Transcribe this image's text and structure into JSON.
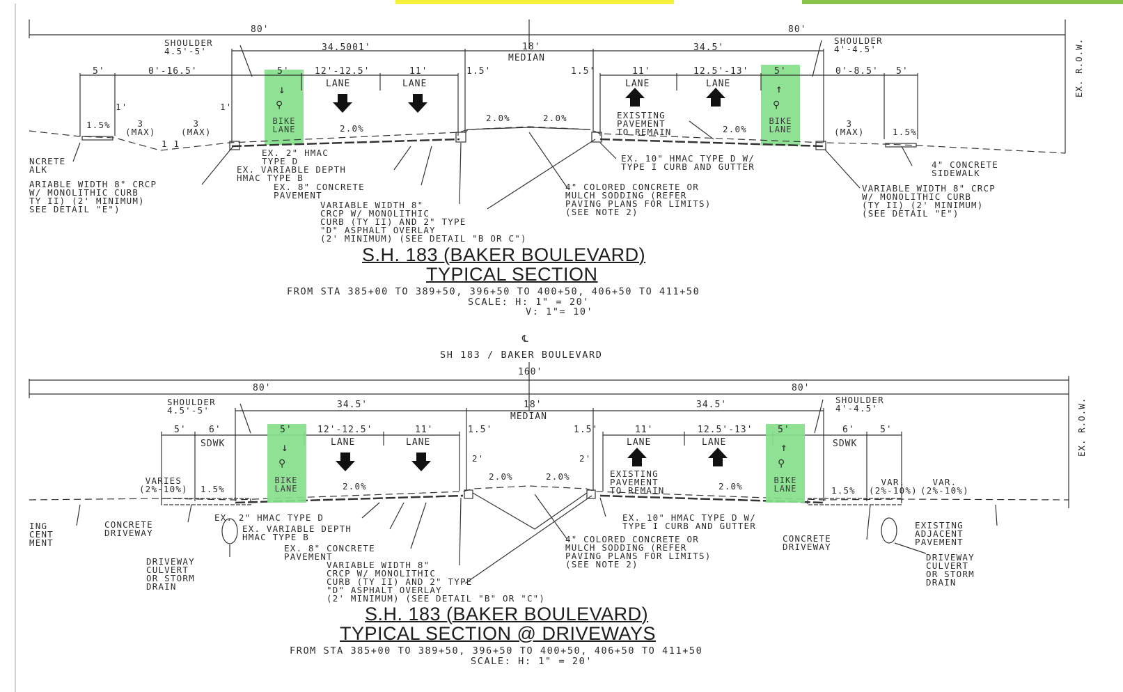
{
  "colors": {
    "bike_lane": "#86e08a",
    "line": "#333333",
    "accent_yellow": "#f6f23a",
    "accent_green": "#8bc34a"
  },
  "top": {
    "title": "S.H. 183 (BAKER BOULEVARD)",
    "subtitle": "TYPICAL SECTION",
    "stations": "FROM STA 385+00 TO 389+50, 396+50 TO 400+50, 406+50 TO 411+50",
    "scale_h": "SCALE: H: 1\" = 20'",
    "scale_v": "V: 1\"= 10'",
    "dims": {
      "left_80": "80'",
      "right_80": "80'",
      "median_18": "18'",
      "median": "MEDIAN",
      "left_345": "34.5001'",
      "right_345": "34.5'",
      "d5a": "5'",
      "d0165": "0'-16.5'",
      "d5b": "5'",
      "d12125": "12'-12.5'",
      "d11a": "11'",
      "d15a": "1.5'",
      "d15b": "1.5'",
      "d11b": "11'",
      "d12513": "12.5'-13'",
      "d5c": "5'",
      "d085": "0'-8.5'",
      "d5d": "5'",
      "lane1": "LANE",
      "lane2": "LANE",
      "lane3": "LANE",
      "lane4": "LANE",
      "slope_15a": "1.5%",
      "slope_3a": "3\n(MAX)",
      "slope_3b": "3\n(MAX)",
      "slope_20a": "2.0%",
      "slope_20b": "2.0%",
      "slope_20c": "2.0%",
      "slope_20d": "2.0%",
      "slope_3c": "3\n(MAX)",
      "slope_15b": "1.5%",
      "one_a": "1'",
      "one_b": "1'",
      "one_one": "1 1"
    },
    "labels": {
      "shoulder_l": "SHOULDER\n4.5'-5'",
      "shoulder_r": "SHOULDER\n4'-4.5'",
      "concrete_walk": "NCRETE\nALK",
      "var_width_l": "ARIABLE WIDTH 8\" CRCP\nW/ MONOLITHIC CURB\nTY II) (2' MINIMUM)\nSEE DETAIL \"E\")",
      "ex_hmac_d": "EX. 2\" HMAC\nTYPE D",
      "ex_var_depth": "EX. VARIABLE DEPTH\nHMAC TYPE B",
      "ex_8_conc": "EX. 8\" CONCRETE\nPAVEMENT",
      "var_width_m": "VARIABLE WIDTH 8\"\nCRCP W/ MONOLITHIC\nCURB (TY II) AND 2\" TYPE\n\"D\" ASPHALT OVERLAY\n(2' MINIMUM) (SEE DETAIL \"B OR C\")",
      "colored_conc": "4\" COLORED CONCRETE OR\nMULCH SODDING (REFER\nPAVING PLANS FOR LIMITS)\n(SEE NOTE 2)",
      "existing_pave": "EXISTING\nPAVEMENT\nTO REMAIN",
      "ex_10_hmac": "EX. 10\" HMAC TYPE D W/\nTYPE I CURB AND GUTTER",
      "sidewalk_r": "4\" CONCRETE\nSIDEWALK",
      "var_width_r": "VARIABLE WIDTH 8\" CRCP\nW/ MONOLITHIC CURB\n(TY II) (2' MINIMUM)\n(SEE DETAIL \"E\")",
      "ex_row": "EX. R.O.W.",
      "bike_l": "BIKE\nLANE",
      "bike_r": "BIKE\nLANE",
      "bike_dim_l": "5'",
      "bike_dim_r": "5'"
    }
  },
  "centerline": {
    "symbol": "℄",
    "label": "SH 183 / BAKER BOULEVARD",
    "total": "160'"
  },
  "bottom": {
    "title": "S.H. 183 (BAKER BOULEVARD)",
    "subtitle": "TYPICAL SECTION @ DRIVEWAYS",
    "stations": "FROM STA 385+00 TO 389+50, 396+50 TO 400+50, 406+50 TO 411+50",
    "scale_h": "SCALE: H: 1\" = 20'",
    "dims": {
      "left_80": "80'",
      "right_80": "80'",
      "median_18": "18'",
      "median": "MEDIAN",
      "left_345": "34.5'",
      "right_345": "34.5'",
      "d5a": "5'",
      "d6a": "6'",
      "sdwk_l": "SDWK",
      "d12125": "12'-12.5'",
      "d11a": "11'",
      "d15a": "1.5'",
      "d15b": "1.5'",
      "d11b": "11'",
      "d12513": "12.5'-13'",
      "d6b": "6'",
      "d5d": "5'",
      "sdwk_r": "SDWK",
      "lane1": "LANE",
      "lane2": "LANE",
      "lane3": "LANE",
      "lane4": "LANE",
      "two_a": "2'",
      "two_b": "2'",
      "varies_l": "VARIES\n(2%-10%)",
      "slope_15a": "1.5%",
      "slope_20a": "2.0%",
      "slope_20b": "2.0%",
      "slope_20c": "2.0%",
      "slope_20d": "2.0%",
      "slope_15b": "1.5%",
      "var_r1": "VAR.\n(2%-10%)",
      "var_r2": "VAR.\n(2%-10%)"
    },
    "labels": {
      "shoulder_l": "SHOULDER\n4.5'-5'",
      "shoulder_r": "SHOULDER\n4'-4.5'",
      "existing_adj_l": "ING\nCENT\nMENT",
      "conc_drive_l": "CONCRETE\nDRIVEWAY",
      "culvert_l": "DRIVEWAY\nCULVERT\nOR STORM\nDRAIN",
      "ex_hmac_d": "EX. 2\" HMAC TYPE D",
      "ex_var_depth": "EX. VARIABLE DEPTH\nHMAC TYPE B",
      "ex_8_conc": "EX. 8\" CONCRETE\nPAVEMENT",
      "var_width_m": "VARIABLE WIDTH 8\"\nCRCP W/ MONOLITHIC\nCURB (TY II) AND 2\" TYPE\n\"D\" ASPHALT OVERLAY\n(2' MINIMUM) (SEE DETAIL \"B\" OR \"C\")",
      "colored_conc": "4\" COLORED CONCRETE OR\nMULCH SODDING (REFER\nPAVING PLANS FOR LIMITS)\n(SEE NOTE 2)",
      "existing_pave": "EXISTING\nPAVEMENT\nTO REMAIN",
      "ex_10_hmac": "EX. 10\" HMAC TYPE D W/\nTYPE I CURB AND GUTTER",
      "conc_drive_r": "CONCRETE\nDRIVEWAY",
      "existing_adj_r": "EXISTING\nADJACENT\nPAVEMENT",
      "culvert_r": "DRIVEWAY\nCULVERT\nOR STORM\nDRAIN",
      "ex_row": "EX. R.O.W.",
      "bike_l": "BIKE\nLANE",
      "bike_r": "BIKE\nLANE",
      "bike_dim_l": "5'",
      "bike_dim_r": "5'"
    }
  }
}
